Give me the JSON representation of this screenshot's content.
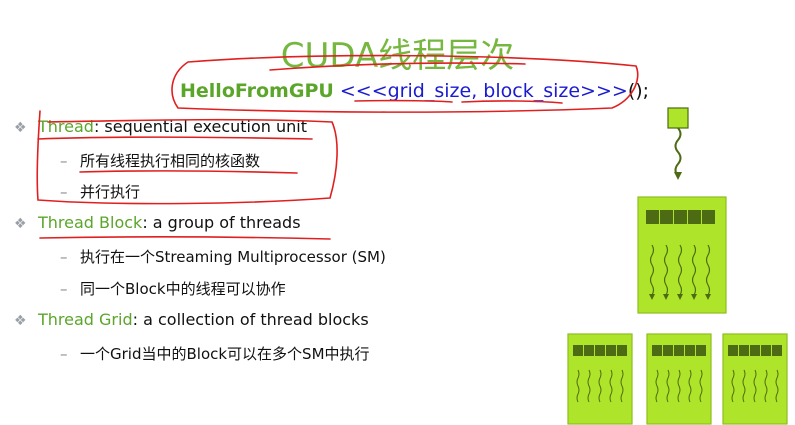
{
  "slide": {
    "title": "CUDA线程层次",
    "code": {
      "fn_name": "HelloFromGPU",
      "open": " <<<",
      "arg1": "grid_size",
      "comma": ", ",
      "arg2": "block_size",
      "close": ">>>",
      "tail": "();"
    },
    "bullets": [
      {
        "term": "Thread",
        "rest": ": sequential execution unit",
        "subs": [
          "所有线程执行相同的核函数",
          "并行执行"
        ]
      },
      {
        "term": "Thread Block",
        "rest": ": a group of threads",
        "subs": [
          "执行在一个Streaming Multiprocessor (SM)",
          "同一个Block中的线程可以协作"
        ]
      },
      {
        "term": "Thread Grid",
        "rest": ": a collection of thread blocks",
        "subs": [
          "一个Grid当中的Block可以在多个SM中执行"
        ]
      }
    ],
    "bullet_glyph": "❖",
    "dash_glyph": "–"
  },
  "colors": {
    "title_green": "#76b83f",
    "term_green": "#5aa52a",
    "code_blue": "#1b1bd0",
    "block_fill": "#aee52a",
    "block_border": "#8dbf1f",
    "thread_cell": "#4d6b12",
    "annotation_red": "#e02020"
  }
}
